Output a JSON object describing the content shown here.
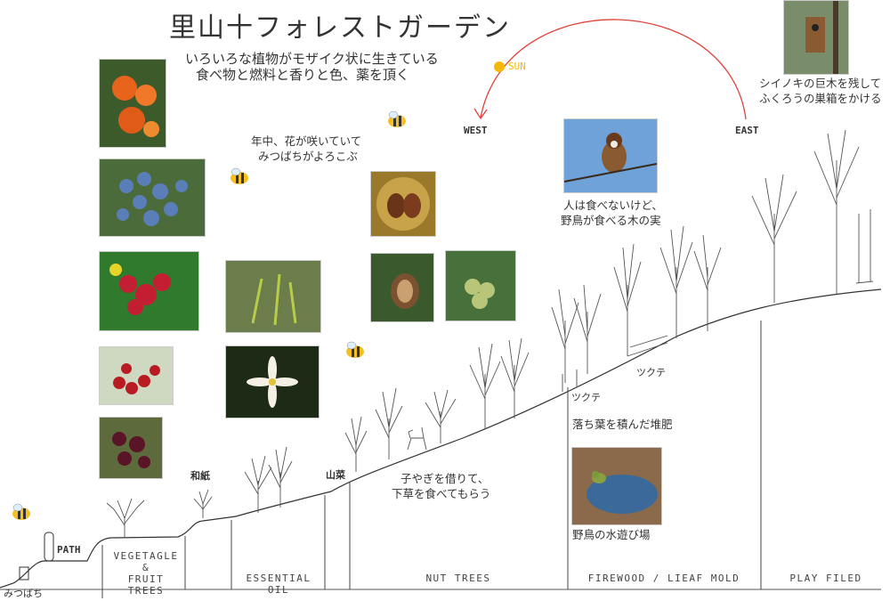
{
  "title": "里山十フォレストガーデン",
  "subtitle_line1": "いろいろな植物がモザイク状に生きている",
  "subtitle_line2": "食べ物と燃料と香りと色、薬を頂く",
  "sun": {
    "label": "SUN",
    "west": "WEST",
    "east": "EAST"
  },
  "owl_note": {
    "line1": "シイノキの巨木を残して",
    "line2": "ふくろうの巣箱をかける"
  },
  "flower_note": {
    "line1": "年中、花が咲いていて",
    "line2": "みつばちがよろこぶ"
  },
  "bird_note": {
    "line1": "人は食べないけど、",
    "line2": "野鳥が食べる木の実"
  },
  "goat_note": {
    "line1": "子やぎを借りて、",
    "line2": "下草を食べてもらう"
  },
  "tsukute1": "ツクテ",
  "tsukute2": "ツクテ",
  "compost_note": "落ち葉を積んだ堆肥",
  "bath_note": "野鳥の水遊び場",
  "washi": "和紙",
  "sansai": "山菜",
  "path": "PATH",
  "mitsubachi": "みつばち",
  "zones": {
    "veg_line1": "VEGETAGLE",
    "veg_line2": "&",
    "veg_line3": "FRUIT TREES",
    "oil": "ESSENTIAL OIL",
    "nut": "NUT TREES",
    "firewood": "FIREWOOD / LIEAF MOLD",
    "play": "PLAY FILED"
  },
  "colors": {
    "arc": "#e0423a",
    "sun": "#f5b800",
    "line": "#333333"
  },
  "photos": [
    "physalis",
    "juniper-berries",
    "bayberry",
    "cherries",
    "blackberries",
    "green-sprouts",
    "white-flower",
    "chestnuts",
    "walnut",
    "green-fruit",
    "sparrow",
    "birdhouse",
    "bird-bath"
  ]
}
